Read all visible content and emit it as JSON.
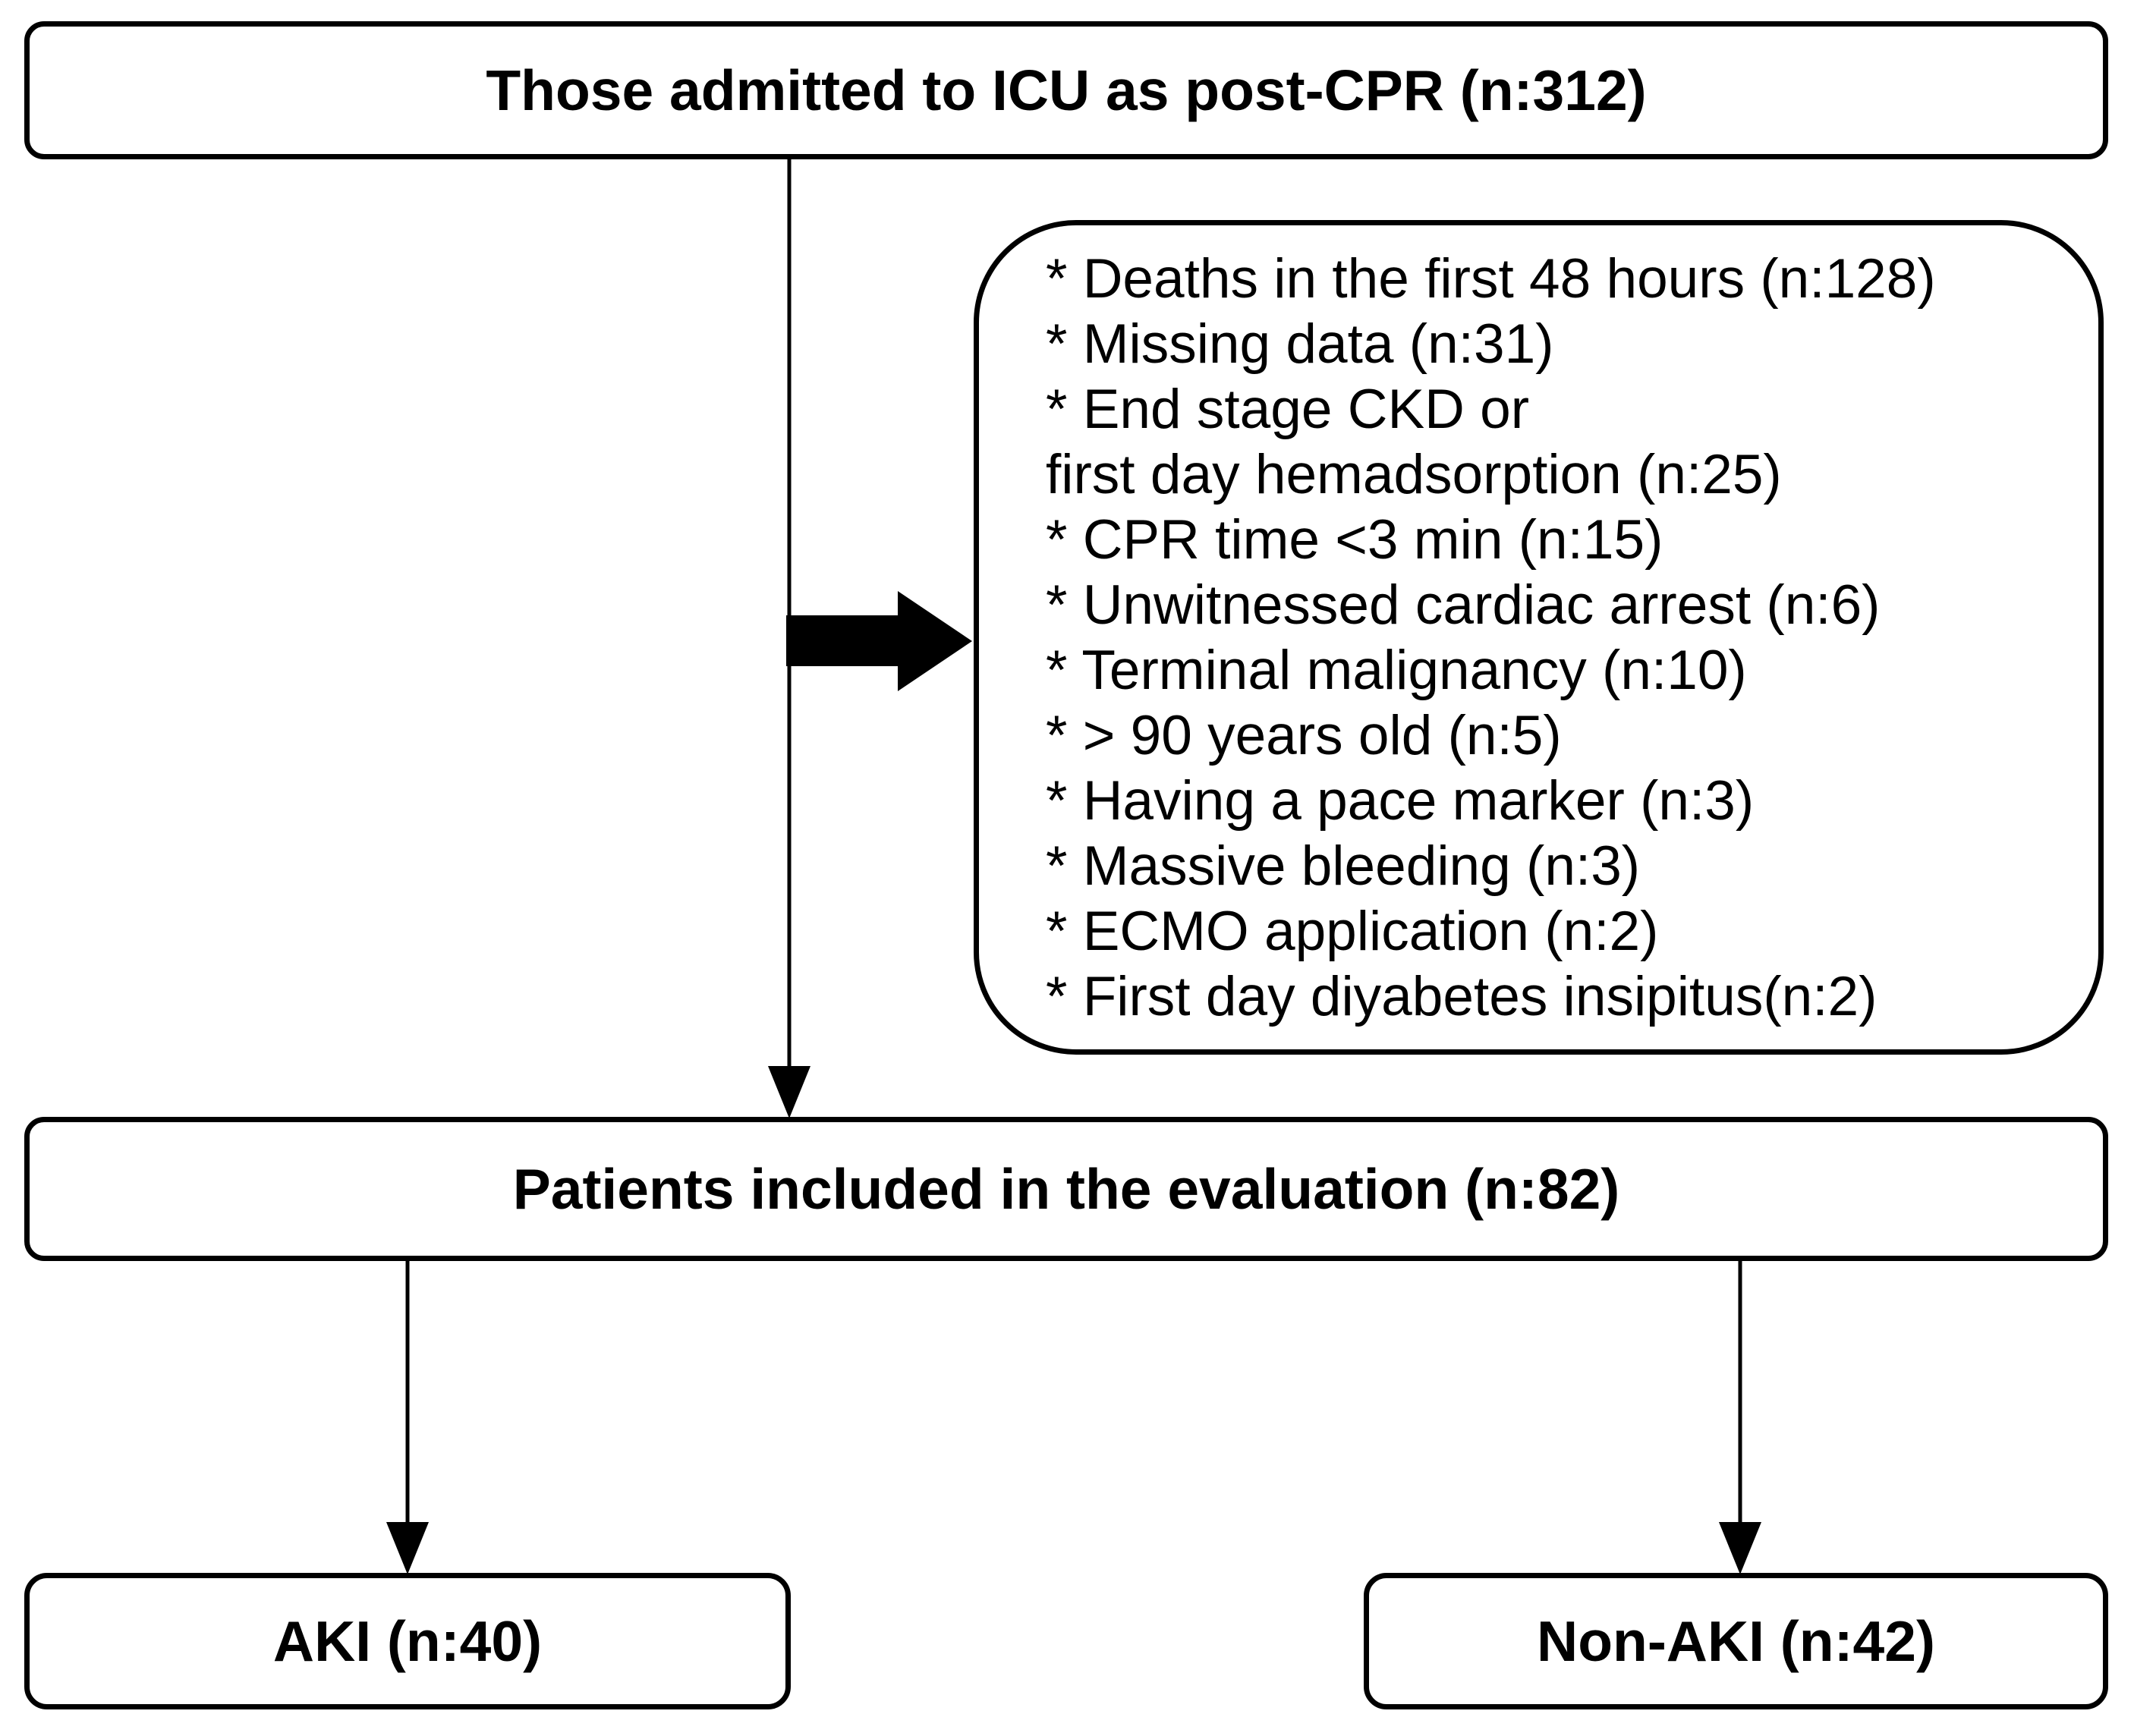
{
  "figure": {
    "colors": {
      "stroke": "#000000",
      "background": "#ffffff"
    },
    "nodes": {
      "admitted": {
        "label": "Those admitted to ICU as post-CPR (n:312)"
      },
      "excluded": {
        "lines": [
          "* Deaths in the first 48 hours (n:128)",
          "* Missing data (n:31)",
          "* End stage CKD or",
          "first day hemadsorption (n:25)",
          "* CPR time <3 min (n:15)",
          "* Unwitnessed cardiac arrest (n:6)",
          "* Terminal malignancy (n:10)",
          "* > 90 years old (n:5)",
          "* Having a pace marker (n:3)",
          "* Massive bleeding (n:3)",
          "* ECMO application (n:2)",
          "* First day diyabetes insipitus(n:2)"
        ]
      },
      "included": {
        "label": "Patients included in the evaluation (n:82)"
      },
      "aki": {
        "label": "AKI (n:40)"
      },
      "non_aki": {
        "label": "Non-AKI (n:42)"
      }
    }
  }
}
